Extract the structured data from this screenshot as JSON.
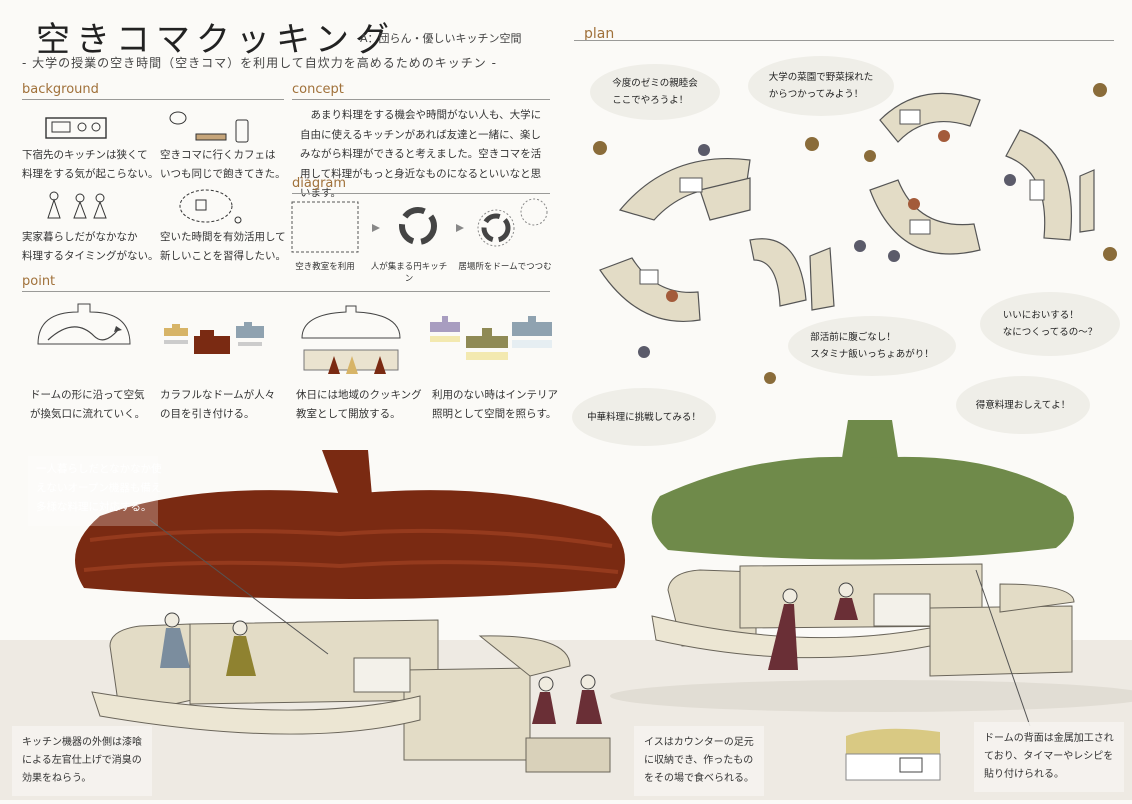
{
  "title": "空きコマクッキング",
  "subtitle_tag": "A：団らん・優しいキッチン空間",
  "lead": "- 大学の授業の空き時間（空きコマ）を利用して自炊力を高めるためのキッチン -",
  "sections": {
    "background": "background",
    "concept": "concept",
    "diagram": "diagram",
    "point": "point",
    "plan": "plan"
  },
  "background_items": [
    {
      "text": "下宿先のキッチンは狭くて\n料理をする気が起こらない。",
      "icon": "stove-icon"
    },
    {
      "text": "空きコマに行くカフェは\nいつも同じで飽きてきた。",
      "icon": "cafe-icon"
    },
    {
      "text": "実家暮らしだがなかなか\n料理するタイミングがない。",
      "icon": "family-icon"
    },
    {
      "text": "空いた時間を有効活用して\n新しいことを習得したい。",
      "icon": "thought-icon"
    }
  ],
  "concept_text": "あまり料理をする機会や時間がない人も、大学に自由に使えるキッチンがあれば友達と一緒に、楽しみながら料理ができると考えました。空きコマを活用して料理がもっと身近なものになるといいなと思います。",
  "diagram_captions": [
    "空き教室を利用",
    "人が集まる円キッチン",
    "居場所をドームでつつむ"
  ],
  "points": [
    {
      "text": "ドームの形に沿って空気\nが換気口に流れていく。",
      "icon": "dome-airflow-icon"
    },
    {
      "text": "カラフルなドームが人々\nの目を引き付ける。",
      "icon": "colorful-domes-icon"
    },
    {
      "text": "休日には地域のクッキング\n教室として開放する。",
      "icon": "cooking-class-icon"
    },
    {
      "text": "利用のない時はインテリア\n照明として空間を照らす。",
      "icon": "lamp-icon"
    }
  ],
  "bubbles": [
    "今度のゼミの親睦会\nここでやろうよ！",
    "大学の菜園で野菜採れた\nからつかってみよう！",
    "いいにおいする！\nなにつくってるの～？",
    "部活前に腹ごなし！\nスタミナ飯いっちょあがり！",
    "得意料理おしえてよ！",
    "中華料理に挑戦してみる！"
  ],
  "notes": {
    "open_equipment": "一人暮らしだとなかなか使\nえないオープン機器も備え\n多様な料理に対応する。",
    "plaster": "キッチン機器の外側は漆喰\nによる左官仕上げで消臭の\n効果をねらう。",
    "chairs": "イスはカウンターの足元\nに収納でき、作ったもの\nをその場で食べられる。",
    "dome_back": "ドームの背面は金属加工され\nており、タイマーやレシピを\n貼り付けられる。"
  },
  "colors": {
    "accent": "#a0713a",
    "dome_red": "#7a2a12",
    "dome_green": "#6f8a4a",
    "counter": "#e3dcc6",
    "counter_dark": "#c9c1a7"
  }
}
